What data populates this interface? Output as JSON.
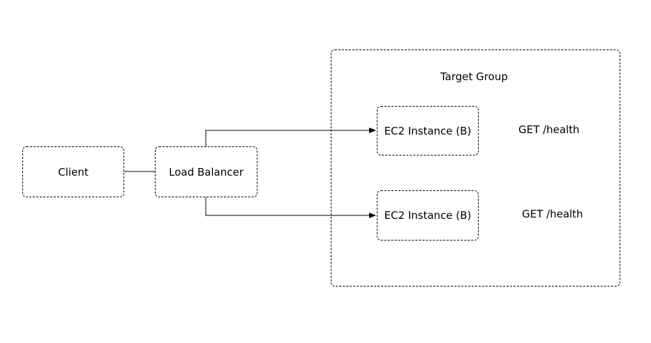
{
  "nodes": {
    "client": "Client",
    "load_balancer": "Load Balancer",
    "target_group": "Target Group",
    "instance_top": "EC2 Instance (B)",
    "instance_bottom": "EC2 Instance (B)"
  },
  "health_checks": {
    "top": "GET /health",
    "bottom": "GET /health"
  }
}
